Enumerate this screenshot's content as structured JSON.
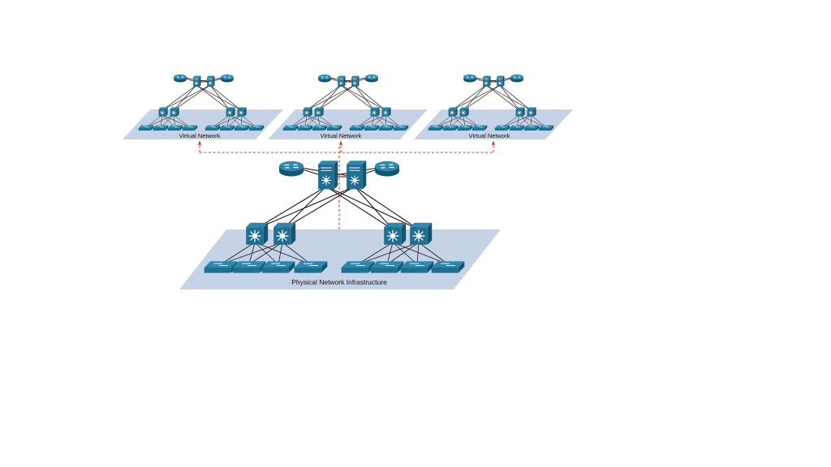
{
  "colors": {
    "plane": "#c6d3e7",
    "device": "#1f6f93",
    "device_side": "#14546f",
    "device_top": "#2f87ad",
    "link": "#1a1a1a",
    "arrow": "#d0452f"
  },
  "labels": {
    "virtual_network_1": "Virtual Network",
    "virtual_network_2": "Virtual Network",
    "virtual_network_3": "Virtual Network",
    "physical": "Physical Network Infrastructure"
  }
}
